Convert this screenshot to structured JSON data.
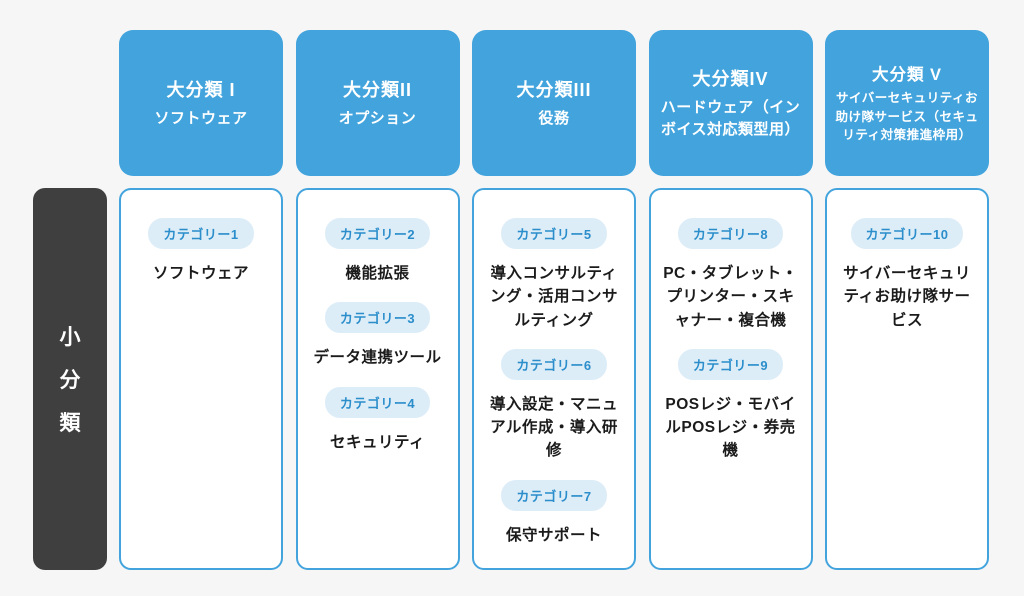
{
  "page": {
    "background": "#f6f6f6"
  },
  "colors": {
    "header_blue": "#43a4dd",
    "box_border_blue": "#43a4dd",
    "pill_background": "#ddedf8",
    "pill_text": "#2b8ecb",
    "sidebar_background": "#3f3f3f",
    "label_text": "#1b1b1b",
    "header_text": "#ffffff"
  },
  "sidebar": {
    "label": "小分類",
    "chars": [
      "小",
      "分",
      "類"
    ]
  },
  "columns": [
    {
      "header": {
        "title": "大分類 I",
        "subtitle": "ソフトウェア"
      },
      "items": [
        {
          "badge": "カテゴリー1",
          "label": "ソフトウェア"
        }
      ]
    },
    {
      "header": {
        "title": "大分類II",
        "subtitle": "オプション"
      },
      "items": [
        {
          "badge": "カテゴリー2",
          "label": "機能拡張"
        },
        {
          "badge": "カテゴリー3",
          "label": "データ連携ツール"
        },
        {
          "badge": "カテゴリー4",
          "label": "セキュリティ"
        }
      ]
    },
    {
      "header": {
        "title": "大分類III",
        "subtitle": "役務"
      },
      "items": [
        {
          "badge": "カテゴリー5",
          "label": "導入コンサルティング・活用コンサルティング"
        },
        {
          "badge": "カテゴリー6",
          "label": "導入設定・マニュアル作成・導入研修"
        },
        {
          "badge": "カテゴリー7",
          "label": "保守サポート"
        }
      ]
    },
    {
      "header": {
        "title": "大分類IV",
        "subtitle": "ハードウェア（インボイス対応類型用）"
      },
      "items": [
        {
          "badge": "カテゴリー8",
          "label": "PC・タブレット・プリンター・スキャナー・複合機"
        },
        {
          "badge": "カテゴリー9",
          "label": "POSレジ・モバイルPOSレジ・券売機"
        }
      ]
    },
    {
      "header": {
        "title": "大分類 V",
        "subtitle": "サイバーセキュリティお助け隊サービス（セキュリティ対策推進枠用）"
      },
      "items": [
        {
          "badge": "カテゴリー10",
          "label": "サイバーセキュリティお助け隊サービス"
        }
      ]
    }
  ]
}
